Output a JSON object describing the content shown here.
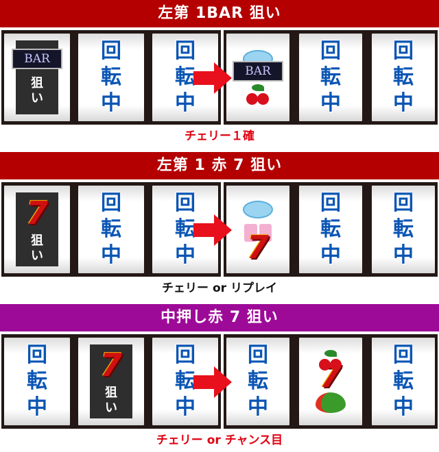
{
  "colors": {
    "red_header": "#b40000",
    "purple_header": "#9e0a98",
    "spin_text": "#0a55b4",
    "arrow": "#e8101c",
    "caption_red": "#e00010",
    "caption_black": "#111111"
  },
  "spin_text": [
    "回",
    "転",
    "中"
  ],
  "target_label": [
    "狙",
    "い"
  ],
  "bar_logo": "BAR",
  "sections": [
    {
      "title": "左第 1BAR 狙い",
      "header_color": "#b40000",
      "caption": "チェリー１確",
      "caption_color": "#e00010",
      "reels": [
        {
          "type": "target",
          "symbol": "bar"
        },
        {
          "type": "spin"
        },
        {
          "type": "spin"
        },
        {
          "type": "stop",
          "symbols": [
            "replay",
            "bar",
            "cherry"
          ]
        },
        {
          "type": "spin"
        },
        {
          "type": "spin"
        }
      ]
    },
    {
      "title": "左第 1 赤 7 狙い",
      "header_color": "#b40000",
      "caption": "チェリー or リプレイ",
      "caption_color": "#111111",
      "reels": [
        {
          "type": "target",
          "symbol": "seven"
        },
        {
          "type": "spin"
        },
        {
          "type": "spin"
        },
        {
          "type": "stop",
          "symbols": [
            "replay",
            "bell",
            "seven"
          ]
        },
        {
          "type": "spin"
        },
        {
          "type": "spin"
        }
      ]
    },
    {
      "title": "中押し赤 7 狙い",
      "header_color": "#9e0a98",
      "caption": "チェリー or チャンス目",
      "caption_color": "#e00010",
      "reels": [
        {
          "type": "spin"
        },
        {
          "type": "target",
          "symbol": "seven"
        },
        {
          "type": "spin"
        },
        {
          "type": "spin"
        },
        {
          "type": "stop",
          "symbols": [
            "cherry",
            "seven",
            "melon"
          ]
        },
        {
          "type": "spin"
        }
      ]
    }
  ]
}
